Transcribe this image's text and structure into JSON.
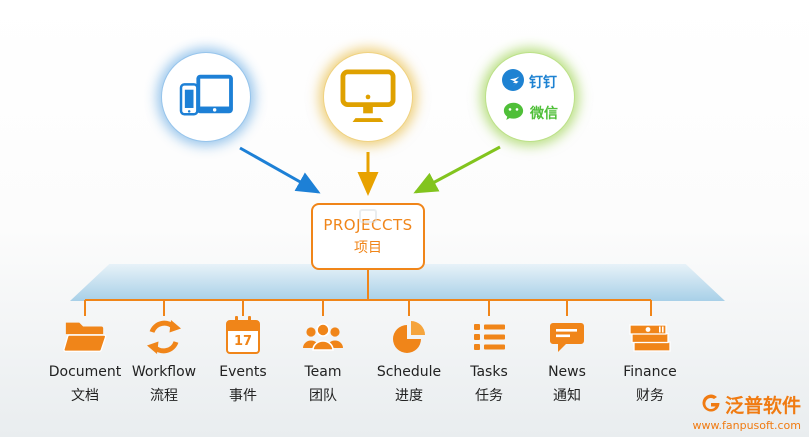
{
  "colors": {
    "accent_orange": "#f08519",
    "device_blue": "#1d80d6",
    "monitor_gold": "#dfa100",
    "app_green": "#82c41e",
    "platform_blue": "#a4cee7"
  },
  "sources": {
    "mobile": {
      "name": "mobile-devices"
    },
    "desktop": {
      "name": "desktop-computer"
    },
    "apps": {
      "dingtalk_label": "钉钉",
      "wechat_label": "微信"
    }
  },
  "center": {
    "title": "PROJECCTS",
    "subtitle": "项目"
  },
  "modules": [
    {
      "en": "Document",
      "zh": "文档",
      "icon": "folder-icon"
    },
    {
      "en": "Workflow",
      "zh": "流程",
      "icon": "workflow-icon"
    },
    {
      "en": "Events",
      "zh": "事件",
      "icon": "calendar-icon",
      "calendar_day": "17"
    },
    {
      "en": "Team",
      "zh": "团队",
      "icon": "team-icon"
    },
    {
      "en": "Schedule",
      "zh": "进度",
      "icon": "pie-chart-icon"
    },
    {
      "en": "Tasks",
      "zh": "任务",
      "icon": "task-list-icon"
    },
    {
      "en": "News",
      "zh": "通知",
      "icon": "chat-bubble-icon"
    },
    {
      "en": "Finance",
      "zh": "财务",
      "icon": "banknotes-icon"
    }
  ],
  "branding": {
    "name": "泛普软件",
    "url": "www.fanpusoft.com"
  }
}
